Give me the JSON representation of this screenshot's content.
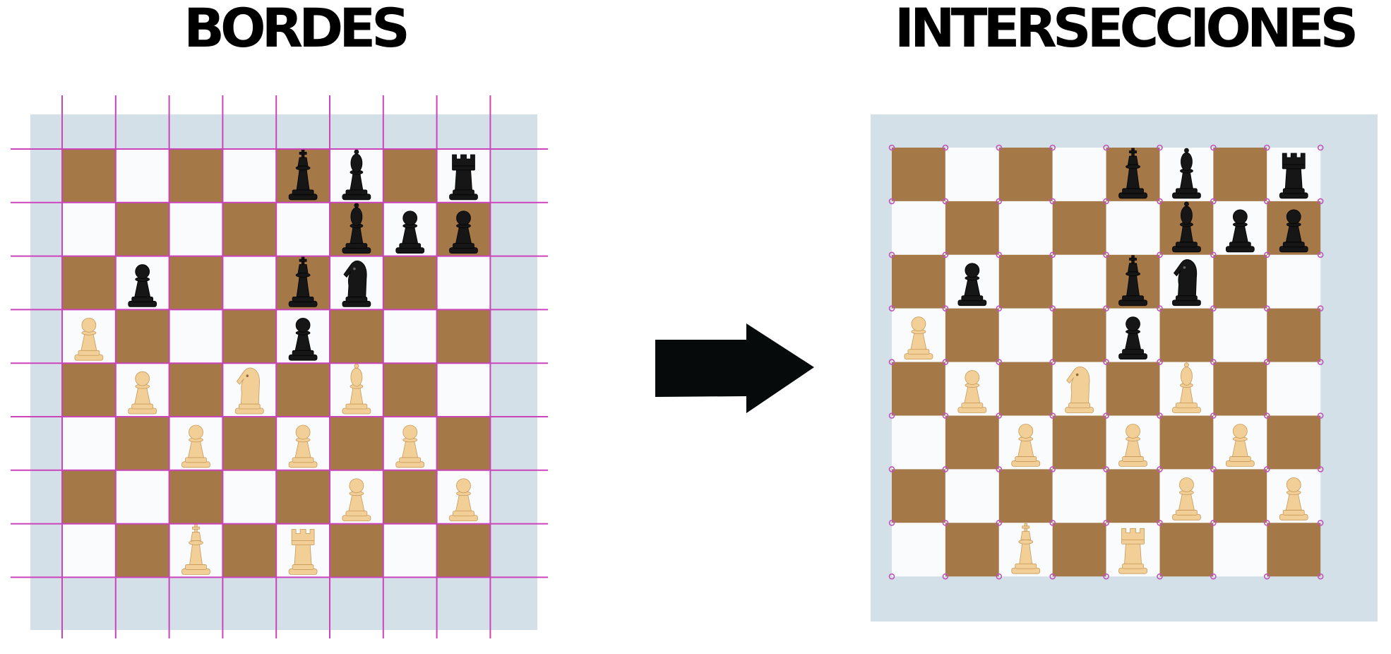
{
  "left_panel": {
    "title": "BORDES"
  },
  "right_panel": {
    "title": "INTERSECCIONES"
  },
  "colors": {
    "dark_square": "#a57848",
    "light_square": "#f9fbfc",
    "board_frame": "#d4e0e8",
    "border_lines": "#cc44bb",
    "intersection_points": "#c055b8",
    "arrow": "#060a0a",
    "black_piece": "#161616",
    "white_piece": "#f2cf97"
  },
  "board": {
    "ranks": [
      [
        "",
        "",
        "",
        "",
        "bk",
        "bb",
        "",
        "br"
      ],
      [
        "",
        "",
        "",
        "",
        "",
        "bb",
        "bp",
        "bp"
      ],
      [
        "",
        "bp",
        "",
        "",
        "bk",
        "bn",
        "",
        ""
      ],
      [
        "wp",
        "",
        "",
        "",
        "bp",
        "",
        "",
        ""
      ],
      [
        "",
        "wp",
        "",
        "wn",
        "",
        "wb",
        "",
        ""
      ],
      [
        "",
        "",
        "wp",
        "",
        "wp",
        "",
        "wp",
        ""
      ],
      [
        "",
        "",
        "",
        "",
        "",
        "wp",
        "",
        "wp"
      ],
      [
        "",
        "",
        "wk",
        "",
        "wr",
        "",
        "",
        ""
      ]
    ]
  }
}
